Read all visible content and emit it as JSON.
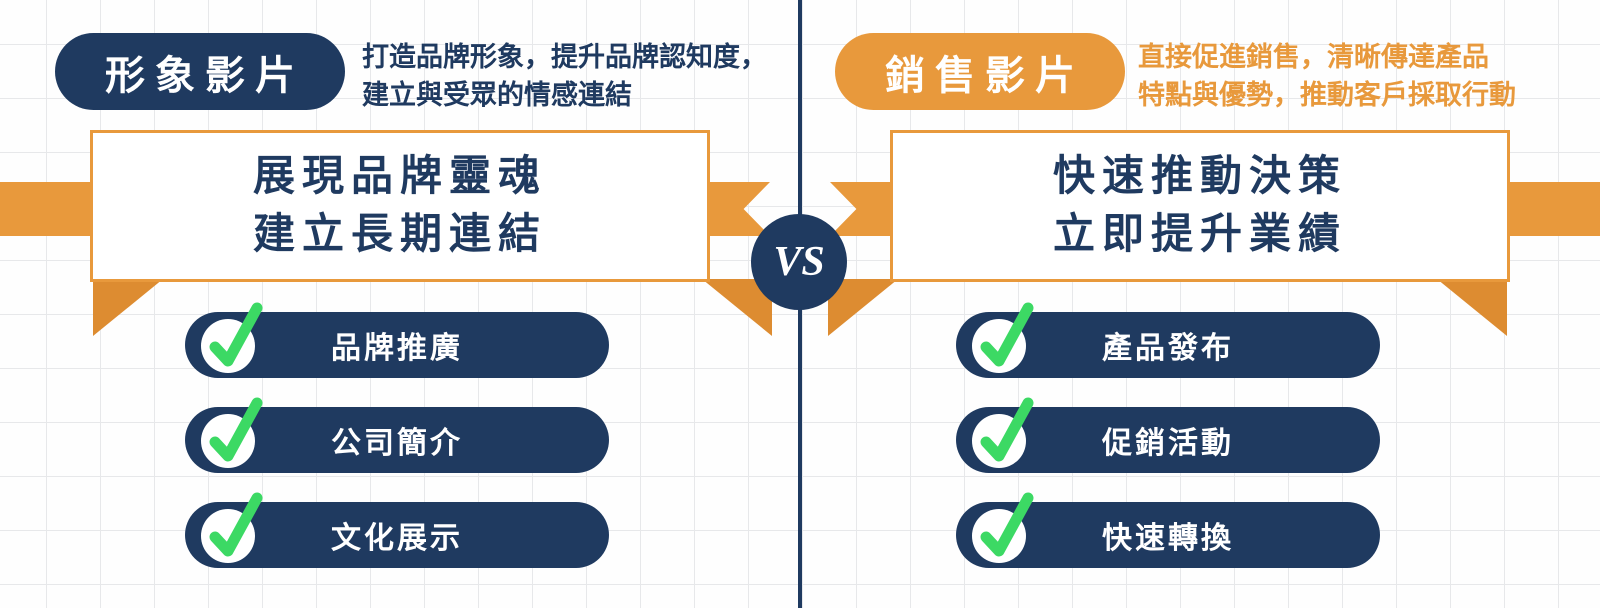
{
  "left_panel": {
    "badge_label": "形象影片",
    "description": [
      "打造品牌形象，提升品牌認知度，",
      "建立與受眾的情感連結"
    ],
    "headline": [
      "展現品牌靈魂",
      "建立長期連結"
    ],
    "items": [
      "品牌推廣",
      "公司簡介",
      "文化展示"
    ]
  },
  "right_panel": {
    "badge_label": "銷售影片",
    "description": [
      "直接促進銷售，清晰傳達產品",
      "特點與優勢，推動客戶採取行動"
    ],
    "headline": [
      "快速推動決策",
      "立即提升業績"
    ],
    "items": [
      "產品發布",
      "促銷活動",
      "快速轉換"
    ]
  },
  "center": {
    "vs_label": "VS"
  },
  "colors": {
    "navy": "#1f3a60",
    "orange": "#e8993c",
    "fold_orange": "#dd8c31",
    "green": "#3cd964",
    "grid_line": "#e7e8ea"
  }
}
